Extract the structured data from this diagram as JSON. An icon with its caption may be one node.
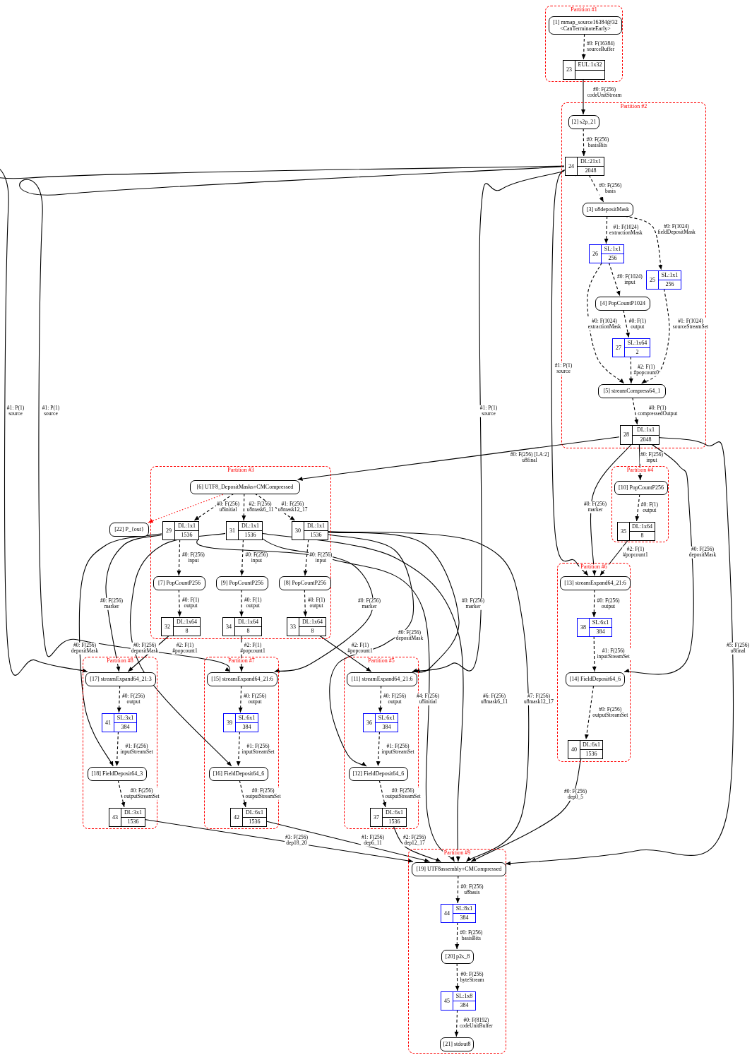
{
  "diagram": {
    "nodes": [
      {
        "text": [
          "Partition #1"
        ]
      },
      {
        "text": [
          "[1] mmap_source16384@32 <CanTerminateEarly>"
        ],
        "in": 0
      },
      {
        "text": [
          "23",
          "EUL:1x32"
        ],
        "in": 0
      },
      {
        "text": [
          "Partition #2"
        ]
      },
      {
        "text": [
          "[2] s2p_21"
        ],
        "in": 3
      },
      {
        "text": [
          "24",
          "DL:21x1",
          "2048"
        ],
        "in": 3
      },
      {
        "text": [
          "[3] u8depositMask"
        ],
        "in": 3
      },
      {
        "text": [
          "26",
          "SL:1x1",
          "256"
        ],
        "in": 3
      },
      {
        "text": [
          "25",
          "SL:1x1",
          "256"
        ],
        "in": 3
      },
      {
        "text": [
          "[4] PopCountP1024"
        ],
        "in": 3
      },
      {
        "text": [
          "27",
          "SL:1x64",
          "2"
        ],
        "in": 3
      },
      {
        "text": [
          "[5] streamCompress64_1"
        ],
        "in": 3
      },
      {
        "text": [
          "28",
          "DL:1x1",
          "2048"
        ],
        "in": 3
      },
      {
        "text": [
          "Partition #3"
        ]
      },
      {
        "text": [
          "[6] UTF8_DepositMasks+CMCompressed"
        ],
        "in": 13
      },
      {
        "text": [
          "[22] P_{out}"
        ]
      },
      {
        "text": [
          "29",
          "DL:1x1",
          "1536"
        ],
        "in": 13
      },
      {
        "text": [
          "31",
          "DL:1x1",
          "1536"
        ],
        "in": 13
      },
      {
        "text": [
          "30",
          "DL:1x1",
          "1536"
        ],
        "in": 13
      },
      {
        "text": [
          "[7] PopCountP256"
        ],
        "in": 13
      },
      {
        "text": [
          "[9] PopCountP256"
        ],
        "in": 13
      },
      {
        "text": [
          "[8] PopCountP256"
        ],
        "in": 13
      },
      {
        "text": [
          "32",
          "DL:1x64",
          "8"
        ],
        "in": 13
      },
      {
        "text": [
          "34",
          "DL:1x64",
          "8"
        ],
        "in": 13
      },
      {
        "text": [
          "33",
          "DL:1x64",
          "8"
        ],
        "in": 13
      },
      {
        "text": [
          "Partition #4"
        ]
      },
      {
        "text": [
          "[10] PopCountP256"
        ],
        "in": 25
      },
      {
        "text": [
          "35",
          "DL:1x64",
          "8"
        ],
        "in": 25
      },
      {
        "text": [
          "Partition #6"
        ]
      },
      {
        "text": [
          "[13] streamExpand64_21:6"
        ],
        "in": 28
      },
      {
        "text": [
          "38",
          "SL:6x1",
          "384"
        ],
        "in": 28
      },
      {
        "text": [
          "[14] FieldDeposit64_6"
        ],
        "in": 28
      },
      {
        "text": [
          "40",
          "DL:6x1",
          "1536"
        ],
        "in": 28
      },
      {
        "text": [
          "Partition #8"
        ]
      },
      {
        "text": [
          "[17] streamExpand64_21:3"
        ],
        "in": 33
      },
      {
        "text": [
          "41",
          "SL:3x1",
          "384"
        ],
        "in": 33
      },
      {
        "text": [
          "[18] FieldDeposit64_3"
        ],
        "in": 33
      },
      {
        "text": [
          "43",
          "DL:3x1",
          "1536"
        ],
        "in": 33
      },
      {
        "text": [
          "Partition #7"
        ]
      },
      {
        "text": [
          "[15] streamExpand64_21:6"
        ],
        "in": 38
      },
      {
        "text": [
          "39",
          "SL:6x1",
          "384"
        ],
        "in": 38
      },
      {
        "text": [
          "[16] FieldDeposit64_6"
        ],
        "in": 38
      },
      {
        "text": [
          "42",
          "DL:6x1",
          "1536"
        ],
        "in": 38
      },
      {
        "text": [
          "Partition #5"
        ]
      },
      {
        "text": [
          "[11] streamExpand64_21:6"
        ],
        "in": 43
      },
      {
        "text": [
          "36",
          "SL:6x1",
          "384"
        ],
        "in": 43
      },
      {
        "text": [
          "[12] FieldDeposit64_6"
        ],
        "in": 43
      },
      {
        "text": [
          "37",
          "DL:6x1",
          "1536"
        ],
        "in": 43
      },
      {
        "text": [
          "Partition #9"
        ]
      },
      {
        "text": [
          "[19] UTF8assembly+CMCompressed"
        ],
        "in": 48
      },
      {
        "text": [
          "44",
          "SL:8x1",
          "384"
        ],
        "in": 48
      },
      {
        "text": [
          "[20] p2s_8"
        ],
        "in": 48
      },
      {
        "text": [
          "45",
          "SL:1x8",
          "384"
        ],
        "in": 48
      },
      {
        "text": [
          "[21] stdout8"
        ],
        "in": 48
      }
    ],
    "edges": [
      {
        "from": 1,
        "to": 2,
        "arrow": "to",
        "label": "#0: F(16384) sourceBuffer",
        "style": "dashed"
      },
      {
        "from": 2,
        "to": 4,
        "arrow": "to",
        "label": "#0: F(256) codeUnitStream"
      },
      {
        "from": 4,
        "to": 5,
        "arrow": "to",
        "label": "#0: F(256) basisBits",
        "style": "dashed"
      },
      {
        "from": 5,
        "to": 6,
        "arrow": "to",
        "label": "#0: F(256) basis",
        "style": "dashed"
      },
      {
        "from": 6,
        "to": 7,
        "arrow": "to",
        "label": "#1: F(1024) extractionMask",
        "style": "dashed"
      },
      {
        "from": 6,
        "to": 8,
        "arrow": "to",
        "label": "#0: F(1024) fieldDepositMask",
        "style": "dashed"
      },
      {
        "from": 7,
        "to": 9,
        "arrow": "to",
        "label": "#0: F(1024) input",
        "style": "dashed"
      },
      {
        "from": 7,
        "to": 11,
        "arrow": "to",
        "label": "#0: F(1024) extractionMask",
        "style": "dashed"
      },
      {
        "from": 9,
        "to": 10,
        "arrow": "to",
        "label": "#0: F(1) output",
        "style": "dashed"
      },
      {
        "from": 10,
        "to": 11,
        "arrow": "to",
        "label": "#2: F(1) #popcount0",
        "style": "dashed"
      },
      {
        "from": 8,
        "to": 11,
        "arrow": "to",
        "label": "#1: F(1024) sourceStreamSet",
        "style": "dashed"
      },
      {
        "from": 11,
        "to": 12,
        "arrow": "to",
        "label": "#0: P(1) compressedOutput",
        "style": "dashed"
      },
      {
        "from": 5,
        "to": 34,
        "arrow": "to",
        "label": "#1: P(1) source"
      },
      {
        "from": 5,
        "to": 39,
        "arrow": "to",
        "label": "#1: P(1) source"
      },
      {
        "from": 5,
        "to": 44,
        "arrow": "to",
        "label": "#1: P(1) source"
      },
      {
        "from": 5,
        "to": 29,
        "arrow": "to",
        "label": "#1: P(1) source"
      },
      {
        "from": 12,
        "to": 14,
        "arrow": "to",
        "label": "#0: F(256) [LA:2] u8final"
      },
      {
        "from": 12,
        "to": 26,
        "arrow": "to",
        "label": "#0: F(256) input"
      },
      {
        "from": 12,
        "to": 29,
        "arrow": "to",
        "label": "#0: F(256) marker"
      },
      {
        "from": 12,
        "to": 31,
        "arrow": "to",
        "label": "#0: F(256) depositMask"
      },
      {
        "from": 12,
        "to": 49,
        "arrow": "to",
        "label": "#5: F(256) u8final"
      },
      {
        "from": 26,
        "to": 27,
        "arrow": "to",
        "label": "#0: F(1) output",
        "style": "dashed"
      },
      {
        "from": 27,
        "to": 29,
        "arrow": "to",
        "label": "#2: F(1) #popcount1"
      },
      {
        "from": 14,
        "to": 15,
        "arrow": "to",
        "style": "dashed",
        "color": "#ff0000"
      },
      {
        "from": 14,
        "to": 16,
        "arrow": "to",
        "label": "#0: F(256) u8initial",
        "style": "dashed"
      },
      {
        "from": 14,
        "to": 17,
        "arrow": "to",
        "label": "#2: F(256) u8mask6_11",
        "style": "dashed"
      },
      {
        "from": 14,
        "to": 18,
        "arrow": "to",
        "label": "#1: F(256) u8mask12_17",
        "style": "dashed"
      },
      {
        "from": 16,
        "to": 19,
        "arrow": "to",
        "label": "#0: F(256) input",
        "style": "dashed"
      },
      {
        "from": 17,
        "to": 20,
        "arrow": "to",
        "label": "#0: F(256) input",
        "style": "dashed"
      },
      {
        "from": 18,
        "to": 21,
        "arrow": "to",
        "label": "#0: F(256) input",
        "style": "dashed"
      },
      {
        "from": 19,
        "to": 22,
        "arrow": "to",
        "label": "#0: F(1) output",
        "style": "dashed"
      },
      {
        "from": 20,
        "to": 23,
        "arrow": "to",
        "label": "#0: F(1) output",
        "style": "dashed"
      },
      {
        "from": 21,
        "to": 24,
        "arrow": "to",
        "label": "#0: F(1) output",
        "style": "dashed"
      },
      {
        "from": 16,
        "to": 34,
        "arrow": "to",
        "label": "#0: F(256) marker"
      },
      {
        "from": 16,
        "to": 36,
        "arrow": "to",
        "label": "#0: F(256) depositMask"
      },
      {
        "from": 16,
        "to": 49,
        "arrow": "to",
        "label": "#4: F(256) u8initial"
      },
      {
        "from": 17,
        "to": 39,
        "arrow": "to",
        "label": "#0: F(256) marker"
      },
      {
        "from": 17,
        "to": 41,
        "arrow": "to",
        "label": "#0: F(256) depositMask"
      },
      {
        "from": 17,
        "to": 49,
        "arrow": "to",
        "label": "#6: F(256) u8mask6_11"
      },
      {
        "from": 18,
        "to": 44,
        "arrow": "to",
        "label": "#0: F(256) marker"
      },
      {
        "from": 18,
        "to": 46,
        "arrow": "to",
        "label": "#0: F(256) depositMask"
      },
      {
        "from": 18,
        "to": 49,
        "arrow": "to",
        "label": "#7: F(256) u8mask12_17"
      },
      {
        "from": 22,
        "to": 34,
        "arrow": "to",
        "label": "#2: F(1) #popcount1"
      },
      {
        "from": 23,
        "to": 39,
        "arrow": "to",
        "label": "#2: F(1) #popcount1"
      },
      {
        "from": 24,
        "to": 44,
        "arrow": "to",
        "label": "#2: F(1) #popcount1"
      },
      {
        "from": 29,
        "to": 30,
        "arrow": "to",
        "label": "#0: F(256) output",
        "style": "dashed"
      },
      {
        "from": 30,
        "to": 31,
        "arrow": "to",
        "label": "#1: F(256) inputStreamSet",
        "style": "dashed"
      },
      {
        "from": 31,
        "to": 32,
        "arrow": "to",
        "label": "#0: F(256) outputStreamSet",
        "style": "dashed"
      },
      {
        "from": 32,
        "to": 49,
        "arrow": "to",
        "label": "#0: F(256) dep0_5"
      },
      {
        "from": 34,
        "to": 35,
        "arrow": "to",
        "label": "#0: F(256) output",
        "style": "dashed"
      },
      {
        "from": 35,
        "to": 36,
        "arrow": "to",
        "label": "#1: F(256) inputStreamSet",
        "style": "dashed"
      },
      {
        "from": 36,
        "to": 37,
        "arrow": "to",
        "label": "#0: F(256) outputStreamSet",
        "style": "dashed"
      },
      {
        "from": 37,
        "to": 49,
        "arrow": "to",
        "label": "#3: F(256) dep18_20"
      },
      {
        "from": 39,
        "to": 40,
        "arrow": "to",
        "label": "#0: F(256) output",
        "style": "dashed"
      },
      {
        "from": 40,
        "to": 41,
        "arrow": "to",
        "label": "#1: F(256) inputStreamSet",
        "style": "dashed"
      },
      {
        "from": 41,
        "to": 42,
        "arrow": "to",
        "label": "#0: F(256) outputStreamSet",
        "style": "dashed"
      },
      {
        "from": 42,
        "to": 49,
        "arrow": "to",
        "label": "#1: F(256) dep6_11"
      },
      {
        "from": 44,
        "to": 45,
        "arrow": "to",
        "label": "#0: F(256) output",
        "style": "dashed"
      },
      {
        "from": 45,
        "to": 46,
        "arrow": "to",
        "label": "#1: F(256) inputStreamSet",
        "style": "dashed"
      },
      {
        "from": 46,
        "to": 47,
        "arrow": "to",
        "label": "#0: F(256) outputStreamSet",
        "style": "dashed"
      },
      {
        "from": 47,
        "to": 49,
        "arrow": "to",
        "label": "#2: F(256) dep12_17"
      },
      {
        "from": 49,
        "to": 50,
        "arrow": "to",
        "label": "#0: F(256) u8basis",
        "style": "dashed"
      },
      {
        "from": 50,
        "to": 51,
        "arrow": "to",
        "label": "#0: F(256) basisBits",
        "style": "dashed"
      },
      {
        "from": 51,
        "to": 52,
        "arrow": "to",
        "label": "#0: F(256) byteStream",
        "style": "dashed"
      },
      {
        "from": 52,
        "to": 53,
        "arrow": "to",
        "label": "#0: F(8192) codeUnitBuffer",
        "style": "dashed"
      }
    ]
  }
}
